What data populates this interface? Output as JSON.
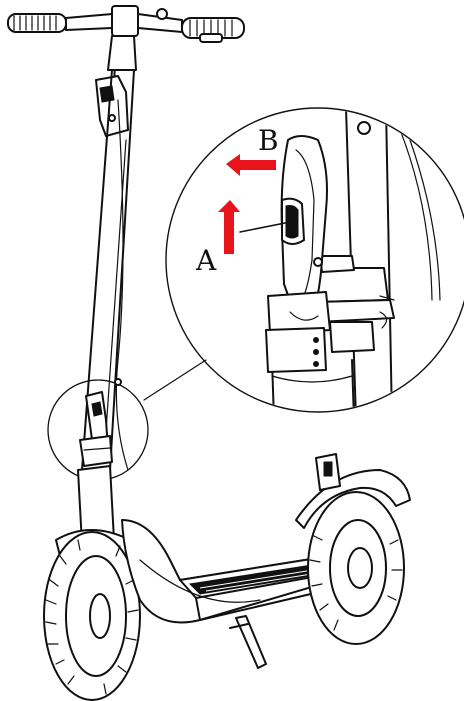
{
  "labels": {
    "a": "A",
    "b": "B"
  },
  "colors": {
    "arrow": "#e8131b",
    "line": "#111111",
    "background": "#ffffff"
  },
  "arrows": {
    "a": "arrow-up",
    "b": "arrow-left"
  }
}
